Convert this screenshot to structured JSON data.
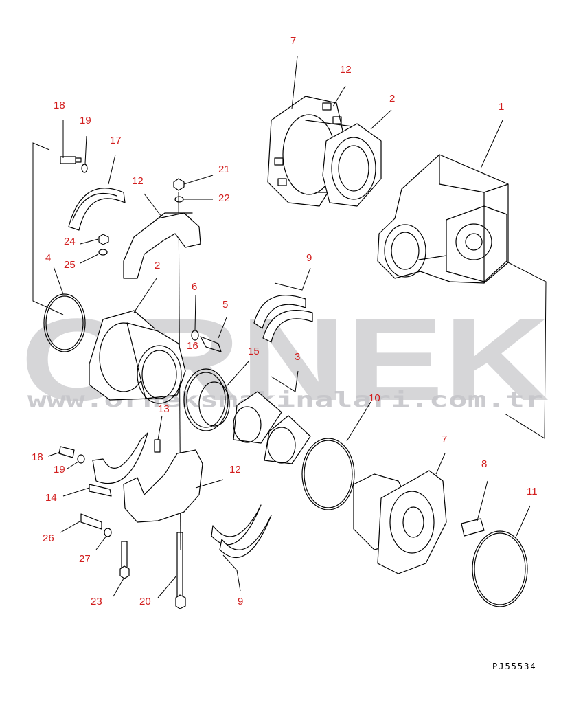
{
  "watermark": {
    "brand": "ORNEK",
    "url": "www.orneksmakinalari.com.tr"
  },
  "drawing_code": "PJ55534",
  "callouts": [
    "7",
    "12",
    "2",
    "1",
    "18",
    "19",
    "17",
    "21",
    "22",
    "12",
    "24",
    "25",
    "4",
    "2",
    "6",
    "5",
    "16",
    "9",
    "15",
    "3",
    "10",
    "13",
    "18",
    "19",
    "12",
    "14",
    "7",
    "8",
    "11",
    "26",
    "27",
    "23",
    "20",
    "9"
  ]
}
